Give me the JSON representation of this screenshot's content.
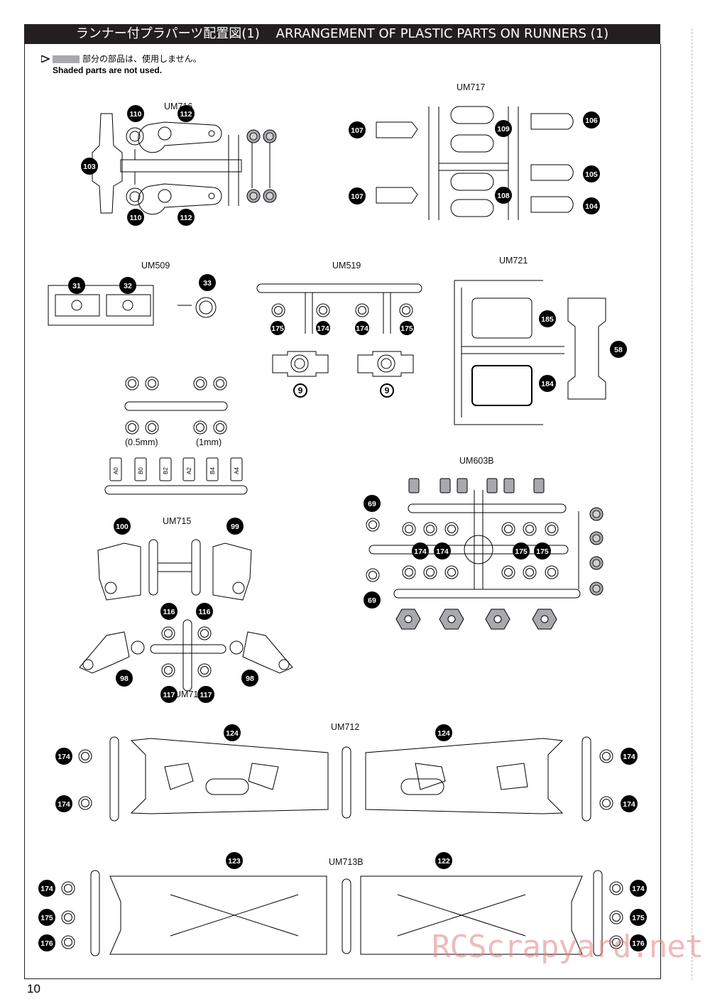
{
  "header": {
    "title_jp": "ランナー付プラパーツ配置図(1)",
    "title_en": "ARRANGEMENT OF PLASTIC PARTS ON RUNNERS (1)"
  },
  "note": {
    "jp": "部分の部品は、使用しません。",
    "en": "Shaded parts are not used."
  },
  "runners": [
    "UM716",
    "UM717",
    "UM509",
    "UM519",
    "UM721",
    "UM603B",
    "UM715",
    "UM714",
    "UM712",
    "UM713B"
  ],
  "sizes": [
    "(0.5mm)",
    "(1mm)"
  ],
  "shim_tags": [
    "A0",
    "B0",
    "B2",
    "A2",
    "B4",
    "A4"
  ],
  "part_numbers": {
    "um716": [
      "110",
      "112",
      "103",
      "110",
      "112"
    ],
    "um717": [
      "107",
      "109",
      "106",
      "107",
      "108",
      "105",
      "104"
    ],
    "um509": [
      "31",
      "32",
      "33"
    ],
    "um519": [
      "175",
      "174",
      "174",
      "175",
      "9",
      "9"
    ],
    "um721": [
      "185",
      "184",
      "58"
    ],
    "um603b": [
      "69",
      "174",
      "174",
      "175",
      "175",
      "69"
    ],
    "um715": [
      "100",
      "99"
    ],
    "um714": [
      "116",
      "116",
      "98",
      "117",
      "117",
      "98"
    ],
    "um712": [
      "124",
      "124",
      "174",
      "174",
      "174",
      "174"
    ],
    "um713b": [
      "123",
      "122",
      "174",
      "175",
      "176",
      "174",
      "175",
      "176"
    ]
  },
  "page_number": "10",
  "watermark": "RCScrapyard.net",
  "colors": {
    "header_bg": "#231f20",
    "shade": "#a7a9ac",
    "watermark": "#e28282"
  }
}
